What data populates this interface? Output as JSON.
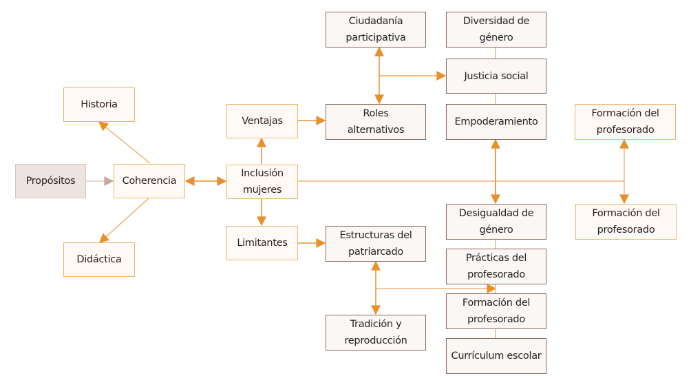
{
  "diagram": {
    "colors": {
      "arrow": "#e8902c",
      "connector": "#f2c79a",
      "input_arrow": "#c9aaa0",
      "orange_border": "#f2b36b",
      "brown_border": "#8a6a5c",
      "pink_fill": "#efe3df"
    },
    "nodes": {
      "propositos": "Propósitos",
      "coherencia": "Coherencia",
      "historia": "Historia",
      "didactica": "Didáctica",
      "inclusion": "Inclusión\nmujeres",
      "ventajas": "Ventajas",
      "limitantes": "Limitantes",
      "ciudadania": "Ciudadanía\nparticipativa",
      "roles": "Roles\nalternativos",
      "estructuras": "Estructuras del\npatriarcado",
      "tradicion": "Tradición y\nreproducción",
      "diversidad": "Diversidad de\ngénero",
      "justicia": "Justicia social",
      "empoderamiento": "Empoderamiento",
      "desigualdad": "Desigualdad de\ngénero",
      "practicas": "Prácticas del\nprofesorado",
      "formacion_mid": "Formación del\nprofesorado",
      "curriculum": "Currículum escolar",
      "formacion_top_right": "Formación del\nprofesorado",
      "formacion_bottom_right": "Formación del\nprofesorado"
    },
    "edges": [
      {
        "from": "propositos",
        "to": "coherencia",
        "type": "arrow"
      },
      {
        "from": "coherencia",
        "to": "historia",
        "type": "arrow"
      },
      {
        "from": "coherencia",
        "to": "didactica",
        "type": "arrow"
      },
      {
        "from": "coherencia",
        "to": "inclusion",
        "type": "bidirectional"
      },
      {
        "from": "inclusion",
        "to": "ventajas",
        "type": "arrow"
      },
      {
        "from": "inclusion",
        "to": "limitantes",
        "type": "arrow"
      },
      {
        "from": "ventajas",
        "to": "roles",
        "type": "arrow"
      },
      {
        "from": "limitantes",
        "to": "estructuras",
        "type": "arrow"
      },
      {
        "from": "roles",
        "to": "ciudadania",
        "type": "bidirectional"
      },
      {
        "from": "roles",
        "to": "justicia",
        "type": "arrow"
      },
      {
        "from": "estructuras",
        "to": "tradicion",
        "type": "bidirectional"
      },
      {
        "from": "estructuras",
        "to": "practicas",
        "type": "arrow"
      },
      {
        "from": "empoderamiento",
        "to": "desigualdad",
        "type": "bidirectional"
      },
      {
        "from": "inclusion",
        "to": "formacion_top_right",
        "type": "arrow"
      },
      {
        "from": "inclusion",
        "to": "formacion_bottom_right",
        "type": "arrow"
      }
    ]
  }
}
